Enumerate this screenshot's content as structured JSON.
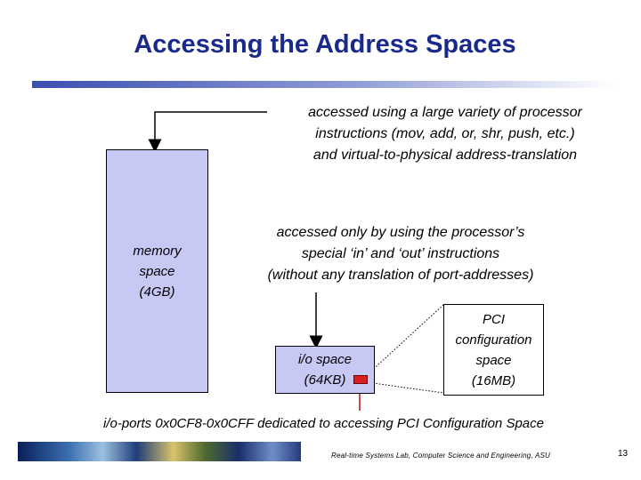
{
  "title": "Accessing the Address Spaces",
  "memory_access": {
    "lines": [
      "accessed using a large variety of processor",
      "instructions (mov, add, or, shr, push, etc.)",
      "and virtual-to-physical address-translation"
    ]
  },
  "io_access": {
    "lines": [
      "accessed only by using the processor’s",
      "special ‘in’ and ‘out’ instructions",
      "(without any translation of port-addresses)"
    ]
  },
  "memory_space": {
    "lines": [
      "memory",
      "space",
      "(4GB)"
    ]
  },
  "io_space": {
    "lines": [
      "i/o space",
      "(64KB)"
    ]
  },
  "pci_space": {
    "lines": [
      "PCI",
      "configuration",
      "space",
      "(16MB)"
    ]
  },
  "io_ports_note": "i/o-ports 0x0CF8-0x0CFF dedicated to accessing PCI Configuration Space",
  "footer": {
    "credit": "Real-time Systems Lab, Computer Science and Engineering, ASU",
    "page_number": "13"
  },
  "colors": {
    "title": "#1a2a8a",
    "box_fill": "#c8c8f4",
    "port_marker": "#d82020"
  }
}
